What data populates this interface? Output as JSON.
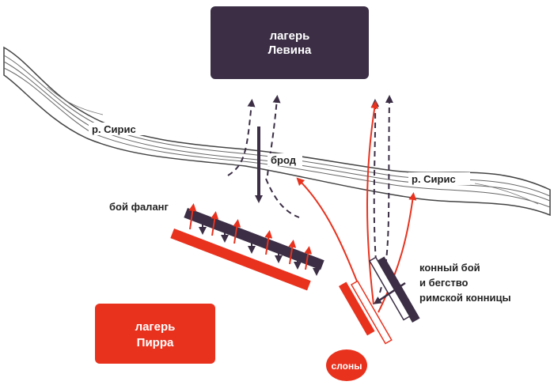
{
  "camps": {
    "levin": {
      "line1": "лагерь",
      "line2": "Левина",
      "color": "#3b2e45"
    },
    "pyrrhus": {
      "line1": "лагерь",
      "line2": "Пирра",
      "color": "#e8321e"
    }
  },
  "labels": {
    "river_left": "р. Сирис",
    "river_right": "р. Сирис",
    "ford": "брод",
    "phalanx_battle": "бой фаланг",
    "cavalry_line1": "конный бой",
    "cavalry_line2": "и бегство",
    "cavalry_line3": "римской конницы",
    "elephants": "слоны"
  },
  "colors": {
    "roman": "#3b2e45",
    "greek": "#e8321e",
    "river": "#ffffff",
    "river_lines": "#555555"
  }
}
